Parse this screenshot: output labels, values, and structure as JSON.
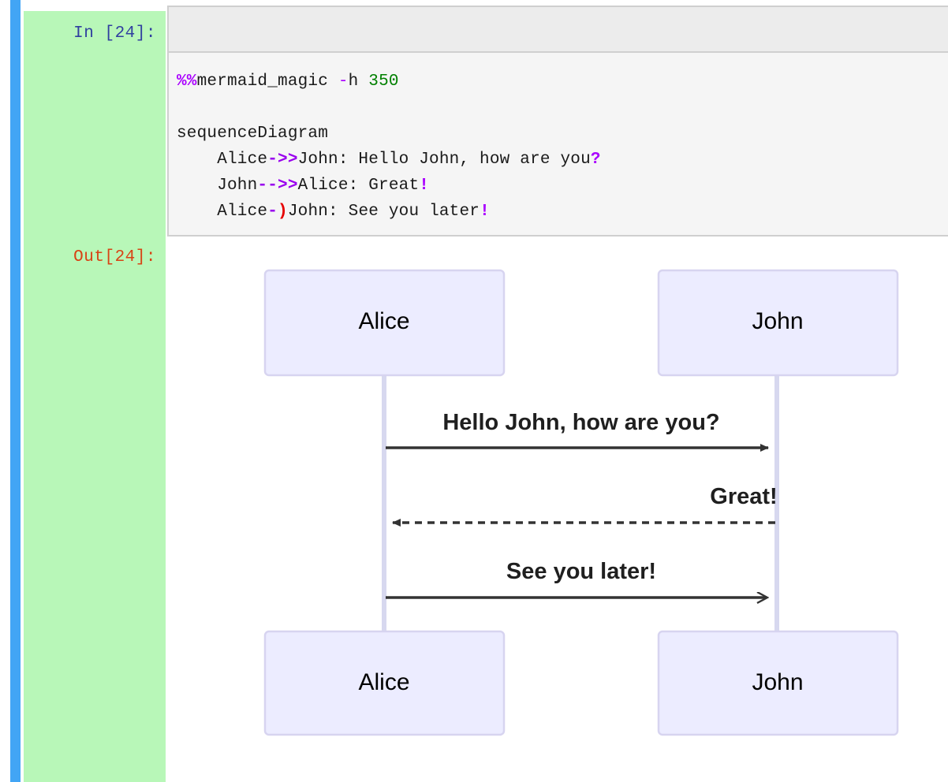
{
  "notebook": {
    "in_prompt": "In [24]:",
    "out_prompt": "Out[24]:",
    "execution_count": "24",
    "selection_bar_color": "#42a5f5",
    "prompt_background_color": "#b8f7b8",
    "in_prompt_color": "#303f9f",
    "out_prompt_color": "#d84315"
  },
  "code": {
    "lines": [
      {
        "id": "line-1",
        "tokens": [
          {
            "text": "%%",
            "type": "magic"
          },
          {
            "text": "mermaid_magic ",
            "type": "plain"
          },
          {
            "text": "-",
            "type": "flag"
          },
          {
            "text": "h ",
            "type": "plain"
          },
          {
            "text": "350",
            "type": "number"
          }
        ]
      },
      {
        "id": "line-2",
        "tokens": [
          {
            "text": "",
            "type": "plain"
          }
        ]
      },
      {
        "id": "line-3",
        "tokens": [
          {
            "text": "sequenceDiagram",
            "type": "plain"
          }
        ]
      },
      {
        "id": "line-4",
        "tokens": [
          {
            "text": "    Alice",
            "type": "plain"
          },
          {
            "text": "->>",
            "type": "op"
          },
          {
            "text": "John: Hello John, how are you",
            "type": "plain"
          },
          {
            "text": "?",
            "type": "punct"
          }
        ]
      },
      {
        "id": "line-5",
        "tokens": [
          {
            "text": "    John",
            "type": "plain"
          },
          {
            "text": "-->>",
            "type": "op"
          },
          {
            "text": "Alice: Great",
            "type": "plain"
          },
          {
            "text": "!",
            "type": "punct"
          }
        ]
      },
      {
        "id": "line-6",
        "tokens": [
          {
            "text": "    Alice",
            "type": "plain"
          },
          {
            "text": "-",
            "type": "op"
          },
          {
            "text": ")",
            "type": "paren"
          },
          {
            "text": "John: See you later",
            "type": "plain"
          },
          {
            "text": "!",
            "type": "punct"
          }
        ]
      }
    ]
  },
  "diagram": {
    "type": "sequenceDiagram",
    "height_option": "350",
    "actor_fill": "#ECECFF",
    "actor_stroke": "#D7D4F0",
    "lifeline_color": "#D7D8EF",
    "line_color": "#333333",
    "label_color": "#1f1f1f",
    "actors": [
      {
        "id": "alice",
        "name": "Alice"
      },
      {
        "id": "john",
        "name": "John"
      }
    ],
    "actors_bottom": [
      {
        "id": "alice-bottom",
        "name": "Alice"
      },
      {
        "id": "john-bottom",
        "name": "John"
      }
    ],
    "messages": [
      {
        "id": "msg-1",
        "from": "Alice",
        "to": "John",
        "text": "Hello John, how are you?",
        "style": "solid",
        "arrowhead": "filled",
        "direction": "right"
      },
      {
        "id": "msg-2",
        "from": "John",
        "to": "Alice",
        "text": "Great!",
        "style": "dashed",
        "arrowhead": "filled",
        "direction": "left"
      },
      {
        "id": "msg-3",
        "from": "Alice",
        "to": "John",
        "text": "See you later!",
        "style": "solid",
        "arrowhead": "open",
        "direction": "right"
      }
    ]
  }
}
